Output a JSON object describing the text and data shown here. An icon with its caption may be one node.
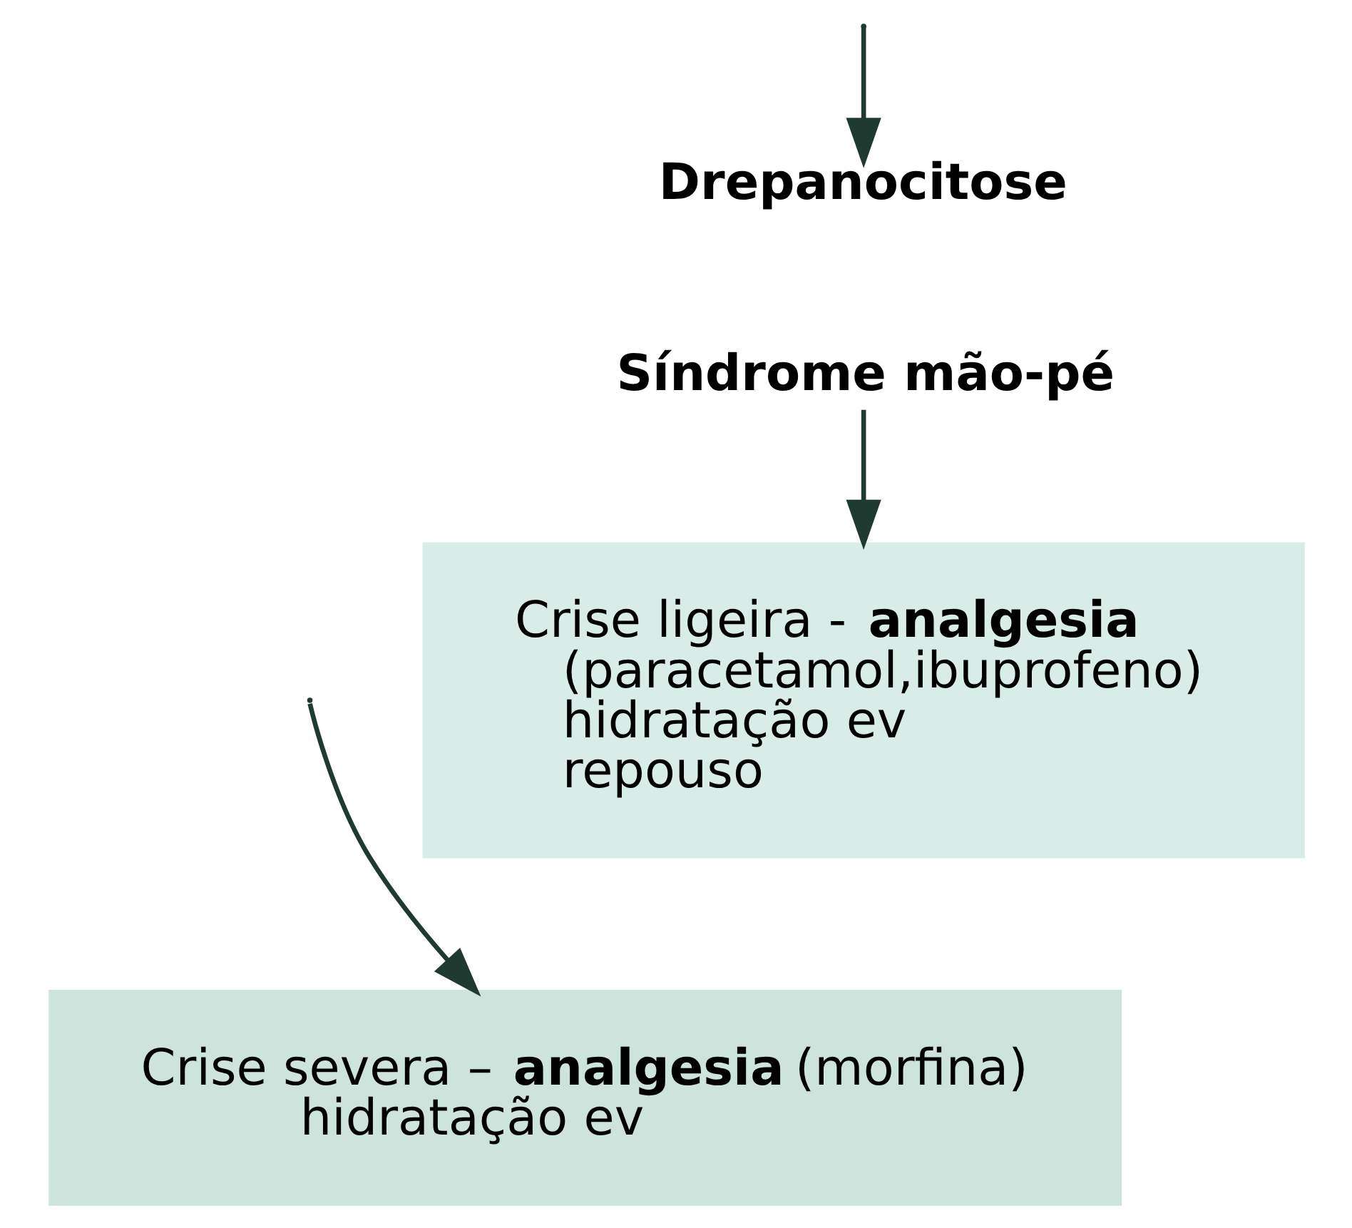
{
  "diagram": {
    "nodes": [
      {
        "text": [
          "Drepanocitose"
        ]
      },
      {
        "text": [
          "Síndrome mão-pé"
        ]
      },
      {
        "text": [
          "Crise ligeira - **analgesia**",
          "(paracetamol,ibuprofeno)",
          "hidratação ev",
          "repouso"
        ]
      },
      {
        "text": [
          "Crise severa – **analgesia** (morfina)",
          "hidratação ev"
        ]
      }
    ],
    "edges": [
      {
        "from": null,
        "to": 0,
        "arrow": "to"
      },
      {
        "from": 1,
        "to": 2,
        "arrow": "to"
      },
      {
        "from": null,
        "to": 3,
        "arrow": "to"
      }
    ]
  }
}
